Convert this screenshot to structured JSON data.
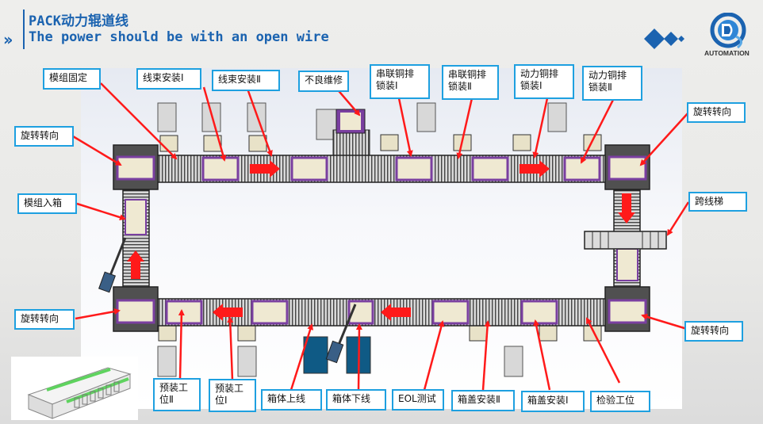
{
  "header": {
    "chevron": "››",
    "title_cn": "PACK动力辊道线",
    "title_en": "The power should be with an open wire"
  },
  "logo": {
    "text": "AUTOMATION",
    "brand_color": "#1b63b0"
  },
  "colors": {
    "label_border": "#1ea0e0",
    "leader_line": "#ff1a1a",
    "flow_arrow": "#ff1a1a",
    "pallet": "#efe9d2",
    "pallet_frame": "#7a3fa0",
    "rotary_table": "#505050",
    "work_cabinet": "#d8d8d8",
    "box_stock": "#0f5a85"
  },
  "labels": {
    "module_fix": "模组固定",
    "harness_1": "线束安装Ⅰ",
    "harness_2": "线束安装Ⅱ",
    "repair": "不良维修",
    "series_cu_1": [
      "串联铜排",
      "锁装Ⅰ"
    ],
    "series_cu_2": [
      "串联铜排",
      "锁装Ⅱ"
    ],
    "power_cu_1": [
      "动力铜排",
      "锁装Ⅰ"
    ],
    "power_cu_2": [
      "动力铜排",
      "锁装Ⅱ"
    ],
    "rotate_tl": "旋转转向",
    "rotate_tr": "旋转转向",
    "rotate_bl": "旋转转向",
    "rotate_br": "旋转转向",
    "module_boxing": "模组入箱",
    "crossover": "跨线梯",
    "preassembly_2": [
      "预装工",
      "位Ⅱ"
    ],
    "preassembly_1": [
      "预装工",
      "位Ⅰ"
    ],
    "box_loading": "箱体上线",
    "box_unloading": "箱体下线",
    "eol_test": "EOL测试",
    "lid_install_2": "箱盖安装Ⅱ",
    "lid_install_1": "箱盖安装Ⅰ",
    "inspection": "检验工位"
  },
  "flow": {
    "top_line": "right",
    "right_line": "down",
    "bottom_line": "left",
    "left_line": "up"
  }
}
